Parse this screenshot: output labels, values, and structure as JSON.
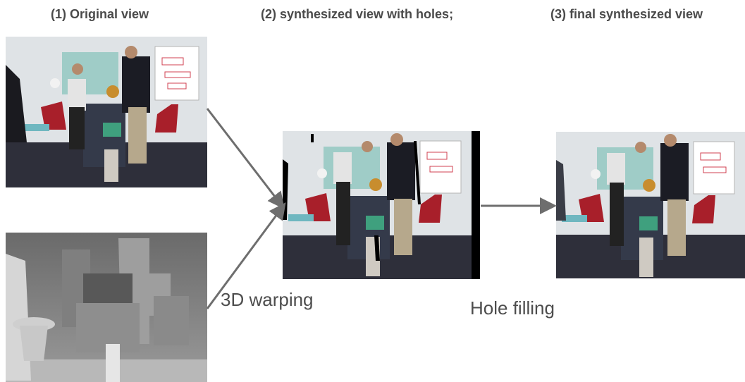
{
  "titles": {
    "original": "(1) Original view",
    "holes": "(2) synthesized view with holes;",
    "final": "(3) final synthesized view"
  },
  "labels": {
    "warping": "3D warping",
    "hole_filling": "Hole filling"
  },
  "panels": {
    "original_photo": "original-view-photo",
    "depth_map": "depth-map",
    "holes_photo": "synthesized-view-with-holes",
    "final_photo": "final-synthesized-view"
  },
  "colors": {
    "title_text": "#4a4a4a",
    "label_text": "#4d4d4d",
    "arrow": "#6e6e6e",
    "hole": "#000000",
    "chair_red": "#a81f2a",
    "wall": "#dfe3e6",
    "floor": "#2e2f3a"
  }
}
